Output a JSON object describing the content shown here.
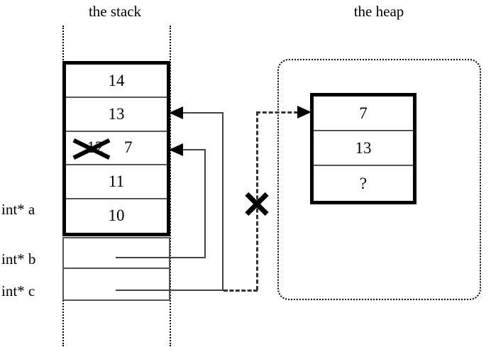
{
  "regions": {
    "stack_title": "the stack",
    "heap_title": "the heap"
  },
  "stack": {
    "array_cells": [
      {
        "value": "14"
      },
      {
        "value": "13"
      },
      {
        "value": "12",
        "struck": true,
        "replacement": "7"
      },
      {
        "value": "11"
      },
      {
        "value": "10"
      }
    ],
    "variables": [
      {
        "label": "int* a",
        "name": "a"
      },
      {
        "label": "int* b",
        "name": "b"
      },
      {
        "label": "int* c",
        "name": "c"
      }
    ]
  },
  "heap": {
    "cells": [
      {
        "value": "7"
      },
      {
        "value": "13"
      },
      {
        "value": "?"
      }
    ]
  },
  "annotations": {
    "invalidated_marker": "x-cross",
    "struck_marker": "x-cross"
  }
}
